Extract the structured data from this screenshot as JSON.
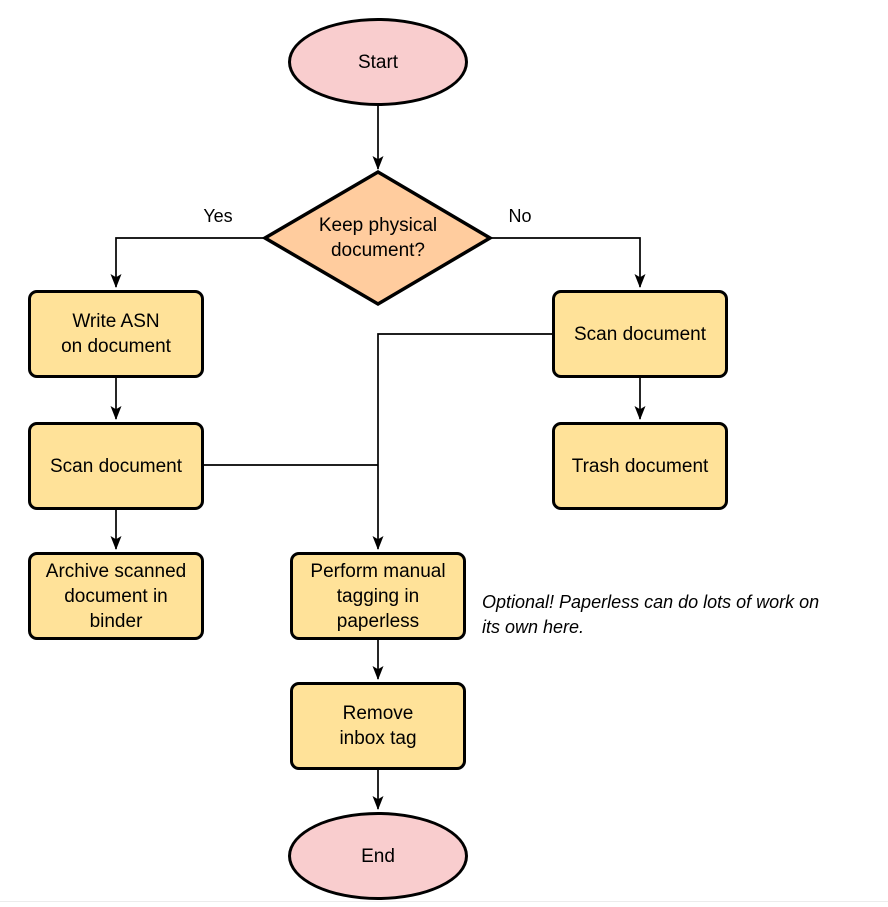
{
  "diagram": {
    "type": "flowchart",
    "colors": {
      "process_fill": "#FFE299",
      "decision_fill": "#FFCC9E",
      "terminal_fill": "#F9CDCE",
      "stroke": "#000000",
      "background": "#FFFFFF"
    },
    "nodes": {
      "start": {
        "label": "Start",
        "shape": "ellipse"
      },
      "decision": {
        "label": "Keep physical\ndocument?",
        "shape": "diamond"
      },
      "write_asn": {
        "label": "Write ASN\non document",
        "shape": "process"
      },
      "scan_left": {
        "label": "Scan document",
        "shape": "process"
      },
      "archive": {
        "label": "Archive scanned\ndocument in\nbinder",
        "shape": "process"
      },
      "scan_right": {
        "label": "Scan document",
        "shape": "process"
      },
      "trash": {
        "label": "Trash document",
        "shape": "process"
      },
      "tagging": {
        "label": "Perform manual\ntagging in\npaperless",
        "shape": "process"
      },
      "remove_inbox": {
        "label": "Remove\ninbox tag",
        "shape": "process"
      },
      "end": {
        "label": "End",
        "shape": "ellipse"
      }
    },
    "edge_labels": {
      "yes": "Yes",
      "no": "No"
    },
    "note": "Optional! Paperless can do lots of work on\nits own here."
  }
}
